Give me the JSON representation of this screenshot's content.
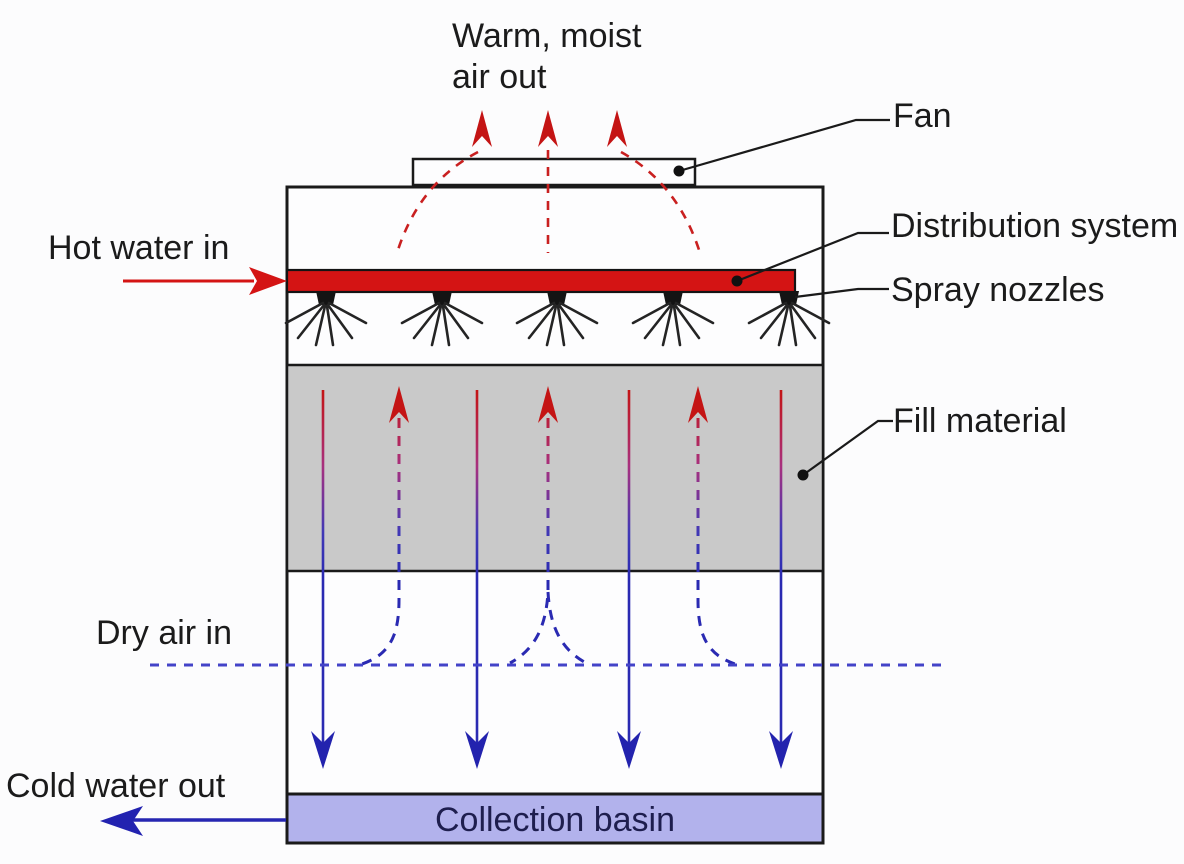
{
  "diagram": {
    "type": "cooling-tower-schematic",
    "labels": {
      "warm_moist_air_out_line1": "Warm, moist",
      "warm_moist_air_out_line2": "air out",
      "fan": "Fan",
      "distribution_system": "Distribution system",
      "spray_nozzles": "Spray nozzles",
      "fill_material": "Fill material",
      "hot_water_in": "Hot water in",
      "dry_air_in": "Dry air in",
      "cold_water_out": "Cold water out",
      "collection_basin": "Collection basin"
    },
    "colors": {
      "hot_red": "#d41414",
      "dashed_red": "#c92020",
      "cold_blue": "#2626b2",
      "dashed_blue": "#4343c8",
      "fill_gray": "#c9c9c9",
      "basin_lavender": "#b2b2ec",
      "outline_black": "#1a1a1a",
      "background": "#fcfcfd"
    },
    "flows": [
      {
        "name": "warm-moist-air",
        "direction": "up",
        "style": "dashed-red"
      },
      {
        "name": "hot-water",
        "direction": "in-left",
        "style": "solid-red"
      },
      {
        "name": "water-through-fill",
        "direction": "down",
        "style": "solid-red-to-blue"
      },
      {
        "name": "air-through-fill",
        "direction": "up",
        "style": "dashed-blue-to-red"
      },
      {
        "name": "dry-air",
        "direction": "in-sides",
        "style": "dashed-blue"
      },
      {
        "name": "cold-water",
        "direction": "out-left",
        "style": "solid-blue"
      }
    ]
  }
}
